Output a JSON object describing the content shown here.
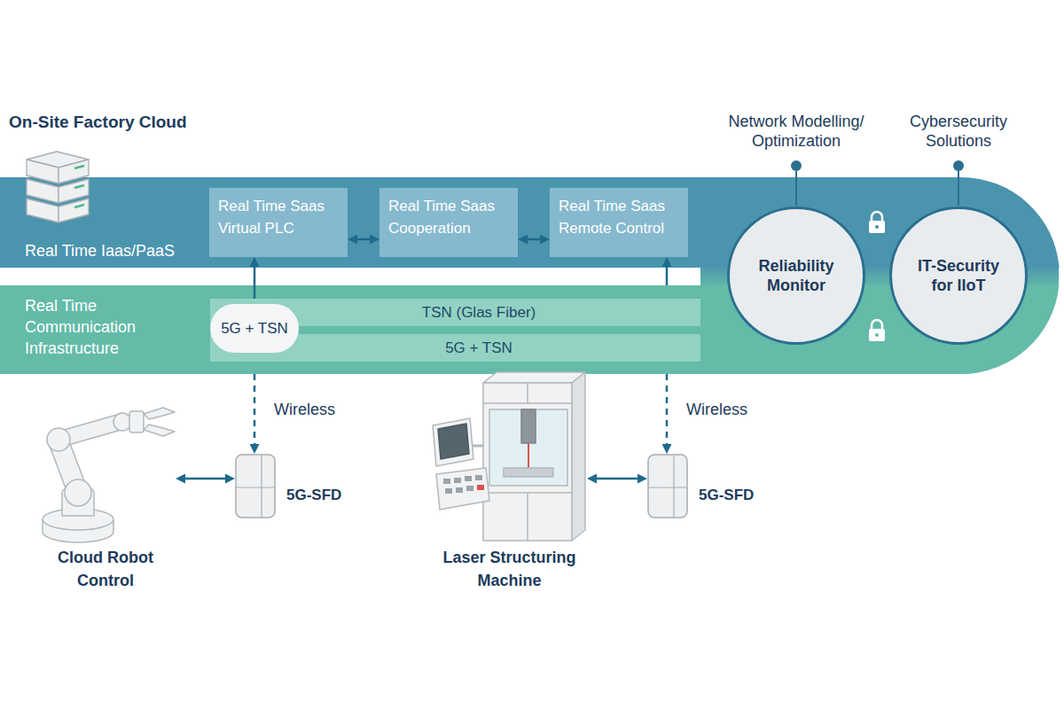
{
  "diagram": {
    "title": "On-Site Factory Cloud",
    "nodes": [
      {
        "text": [
          "Real Time Iaas/PaaS"
        ]
      },
      {
        "text": [
          "Real Time Saas",
          "Virtual PLC"
        ],
        "in": 0
      },
      {
        "text": [
          "Real Time Saas",
          "Cooperation"
        ],
        "in": 0
      },
      {
        "text": [
          "Real Time Saas",
          "Remote Control"
        ],
        "in": 0
      },
      {
        "text": [
          "Real Time Communication Infrastructure"
        ]
      },
      {
        "text": [
          "5G + TSN"
        ],
        "in": 4
      },
      {
        "text": [
          "TSN (Glas Fiber)"
        ],
        "in": 4
      },
      {
        "text": [
          "5G + TSN"
        ],
        "in": 4
      },
      {
        "text": [
          "Reliability Monitor"
        ]
      },
      {
        "text": [
          "IT-Security for IIoT"
        ]
      },
      {
        "text": [
          "Cloud Robot Control"
        ]
      },
      {
        "text": [
          "5G-SFD"
        ]
      },
      {
        "text": [
          "Laser Structuring Machine"
        ]
      },
      {
        "text": [
          "5G-SFD"
        ]
      }
    ],
    "edges": [
      {
        "from": 1,
        "to": 2,
        "arrow": "both"
      },
      {
        "from": 2,
        "to": 3,
        "arrow": "both"
      },
      {
        "from": 5,
        "to": 1,
        "arrow": "to"
      },
      {
        "from": 4,
        "to": 11,
        "arrow": "to",
        "label": "Wireless"
      },
      {
        "from": 4,
        "to": 3,
        "arrow": "to"
      },
      {
        "from": 4,
        "to": 13,
        "arrow": "to",
        "label": "Wireless"
      },
      {
        "from": 10,
        "to": 11,
        "arrow": "both"
      },
      {
        "from": 12,
        "to": 13,
        "arrow": "both"
      }
    ],
    "labels": [
      "Network Modelling/ Optimization",
      "Cybersecurity Solutions"
    ]
  }
}
